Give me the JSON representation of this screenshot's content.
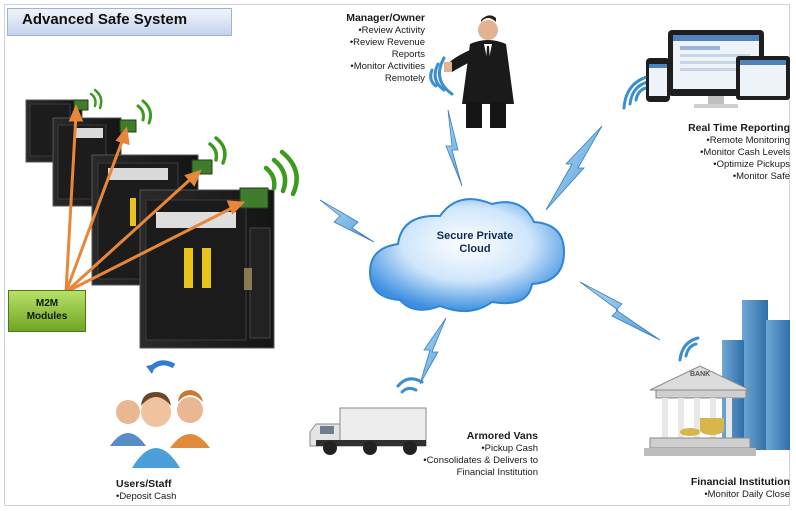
{
  "title": "Advanced Safe System",
  "m2m": {
    "line1": "M2M",
    "line2": "Modules"
  },
  "cloud": {
    "line1": "Secure Private",
    "line2": "Cloud"
  },
  "manager": {
    "heading": "Manager/Owner",
    "items": [
      "•Review Activity",
      "•Review Revenue",
      "Reports",
      "•Monitor Activities",
      "Remotely"
    ]
  },
  "reporting": {
    "heading": "Real Time Reporting",
    "items": [
      "•Remote Monitoring",
      "•Monitor Cash Levels",
      "•Optimize Pickups",
      "•Monitor Safe"
    ]
  },
  "vans": {
    "heading": "Armored Vans",
    "items": [
      "•Pickup Cash",
      "•Consolidates & Delivers to",
      "Financial Institution"
    ]
  },
  "users": {
    "heading": "Users/Staff",
    "items": [
      "•Deposit Cash"
    ]
  },
  "bank": {
    "heading": "Financial Institution",
    "items": [
      "•Monitor Daily Close"
    ],
    "sign": "BANK"
  },
  "colors": {
    "arrow": "#e8873a",
    "wifi": "#3d9a1f",
    "signal": "#3a8fcf",
    "cloud": "#2f86d6",
    "m2m": "#8cc63f"
  }
}
